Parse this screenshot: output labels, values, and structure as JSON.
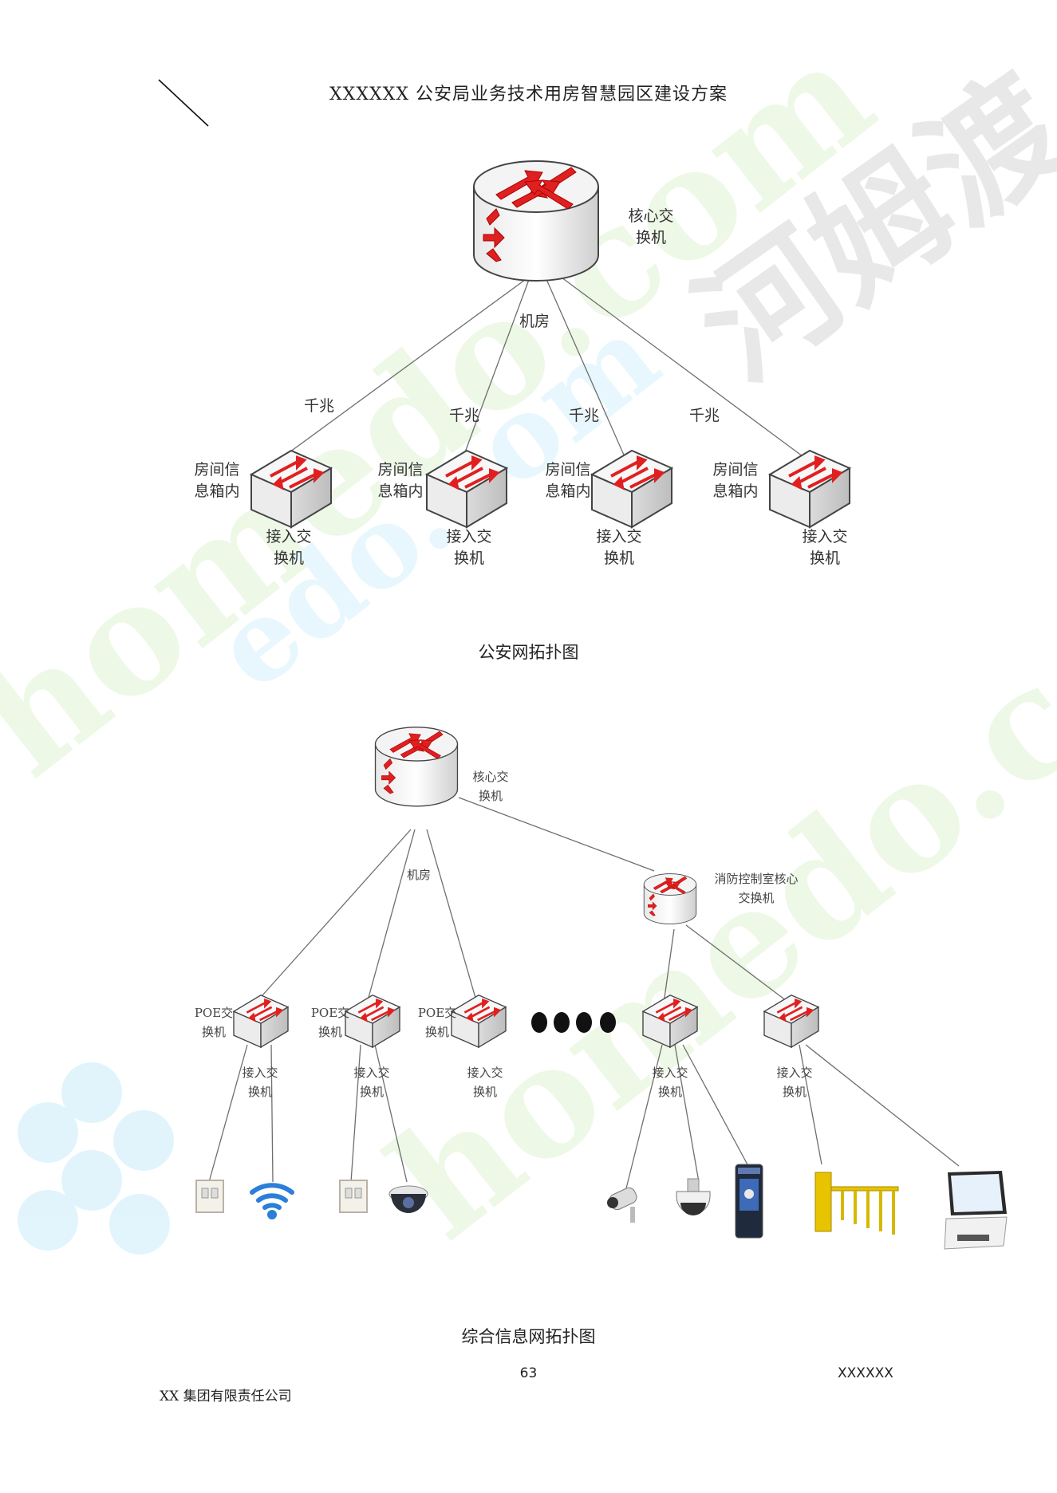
{
  "header": {
    "title": "XXXXXX 公安局业务技术用房智慧园区建设方案"
  },
  "diagram1": {
    "core_label": [
      "核心交",
      "换机"
    ],
    "room_label": "机房",
    "link_label": "千兆",
    "box_label": [
      "房间信",
      "息箱内"
    ],
    "access_label": [
      "接入交",
      "换机"
    ],
    "caption": "公安网拓扑图"
  },
  "diagram2": {
    "core_label": [
      "核心交",
      "换机"
    ],
    "room_label": "机房",
    "fire_core_label": [
      "消防控制室核心",
      "交换机"
    ],
    "poe_label": [
      "POE交",
      "换机"
    ],
    "access_label": [
      "接入交",
      "换机"
    ],
    "caption": "综合信息网拓扑图",
    "devices": [
      "panel-switch-icon",
      "wifi-icon",
      "panel-switch-icon",
      "dome-camera-icon",
      "bullet-camera-icon",
      "speed-dome-icon",
      "face-terminal-icon",
      "barrier-gate-icon",
      "pos-terminal-icon"
    ]
  },
  "footer": {
    "page": "63",
    "right": "XXXXXX",
    "company": "XX 集团有限责任公司"
  },
  "colors": {
    "arrow": "#e02020",
    "line": "#777777",
    "watermark_green": "#d7efc9",
    "watermark_blue": "#cdeefa"
  }
}
